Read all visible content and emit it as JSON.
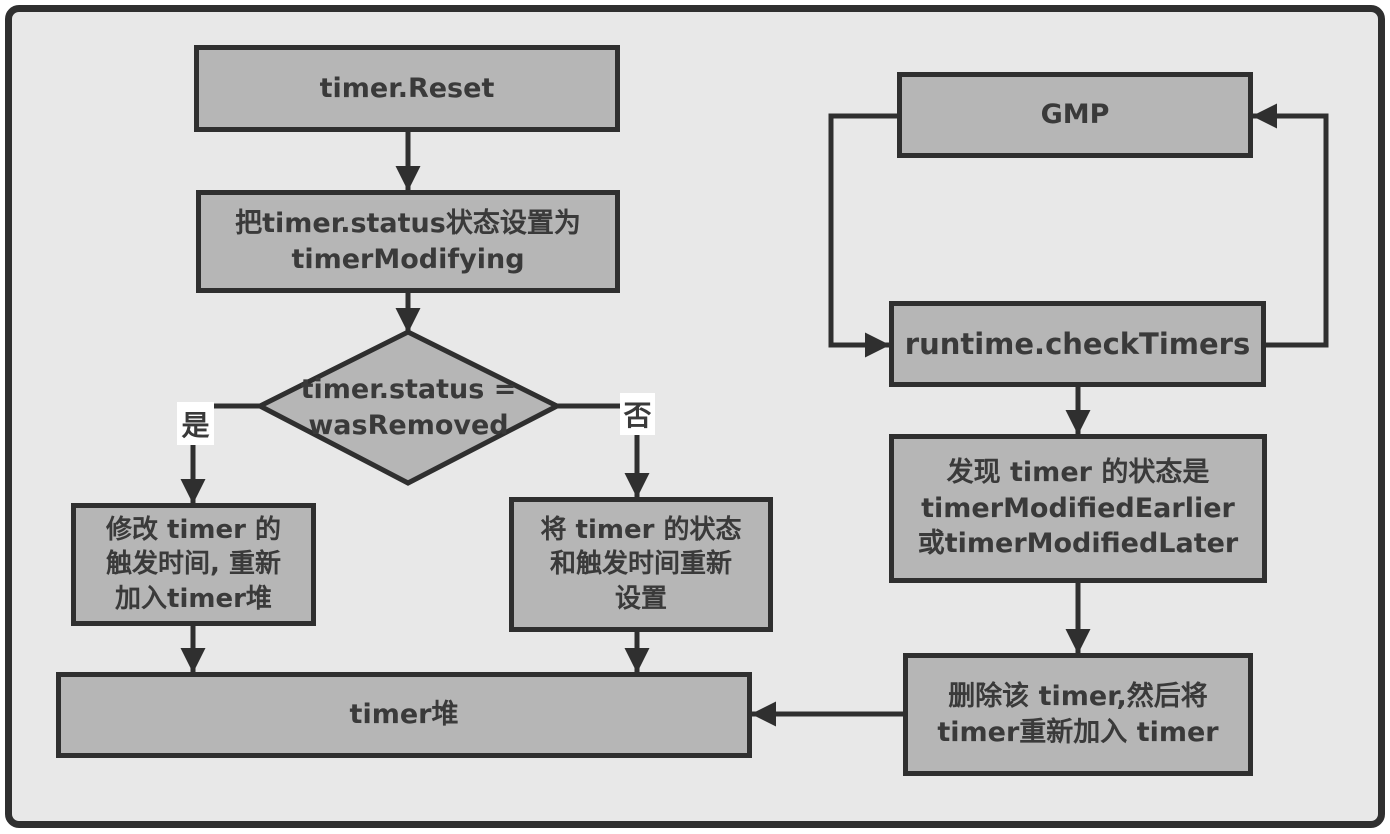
{
  "diagram": {
    "nodes": {
      "timer_reset": "timer.Reset",
      "set_status": "把timer.status状态设置为\ntimerModifying",
      "decision": "timer.status =\nwasRemoved",
      "modify_readd": "修改 timer 的\n触发时间, 重新\n加入timer堆",
      "reset_fields": "将 timer 的状态\n和触发时间重新\n设置",
      "timer_heap": "timer堆",
      "gmp": "GMP",
      "check_timers": "runtime.checkTimers",
      "found_status": "发现 timer 的状态是\ntimerModifiedEarlier\n或timerModifiedLater",
      "delete_readd": "删除该 timer,然后将\ntimer重新加入 timer"
    },
    "edge_labels": {
      "yes": "是",
      "no": "否"
    },
    "colors": {
      "background": "#e8e8e8",
      "node_fill": "#b6b6b6",
      "line": "#2f2f2f",
      "text": "#3a3a3a",
      "label_background": "#ffffff"
    }
  }
}
